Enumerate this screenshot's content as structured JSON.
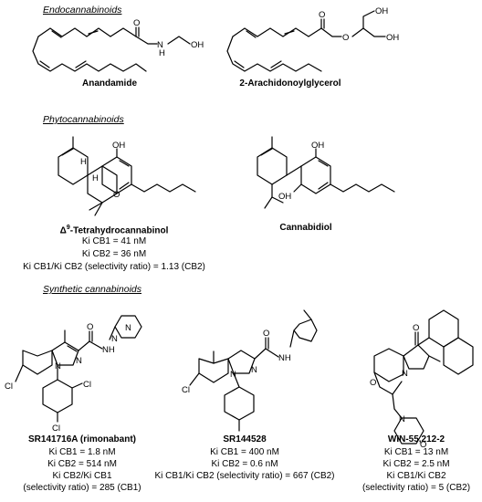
{
  "sections": {
    "endo": "Endocannabinoids",
    "phyto": "Phytocannabinoids",
    "synthetic": "Synthetic cannabinoids"
  },
  "compounds": {
    "anandamide": {
      "name": "Anandamide"
    },
    "ag2": {
      "name": "2-Arachidonoylglycerol"
    },
    "thc": {
      "name_prefix": "Δ",
      "name_sup": "9",
      "name_rest": "-Tetrahydrocannabinol",
      "ki1": "Ki CB1 = 41 nM",
      "ki2": "Ki CB2 = 36 nM",
      "ratio": "Ki CB1/Ki CB2 (selectivity ratio) = 1.13 (CB2)"
    },
    "cbd": {
      "name": "Cannabidiol"
    },
    "sr141716a": {
      "name": "SR141716A (rimonabant)",
      "ki1": "Ki CB1 = 1.8 nM",
      "ki2": "Ki CB2 = 514 nM",
      "ratio1": "Ki CB2/Ki CB1",
      "ratio2": "(selectivity ratio) = 285 (CB1)"
    },
    "sr144528": {
      "name": "SR144528",
      "ki1": "Ki CB1 = 400 nM",
      "ki2": "Ki CB2 = 0.6 nM",
      "ratio": "Ki CB1/Ki CB2 (selectivity ratio) = 667 (CB2)"
    },
    "win": {
      "name": "WIN-55,212-2",
      "ki1": "Ki CB1 = 13 nM",
      "ki2": "Ki CB2 = 2.5 nM",
      "ratio1": "Ki CB1/Ki CB2",
      "ratio2": "(selectivity ratio) = 5 (CB2)"
    }
  },
  "atoms": {
    "O": "O",
    "OH": "OH",
    "N": "N",
    "H": "H",
    "NH": "NH",
    "Cl": "Cl"
  }
}
